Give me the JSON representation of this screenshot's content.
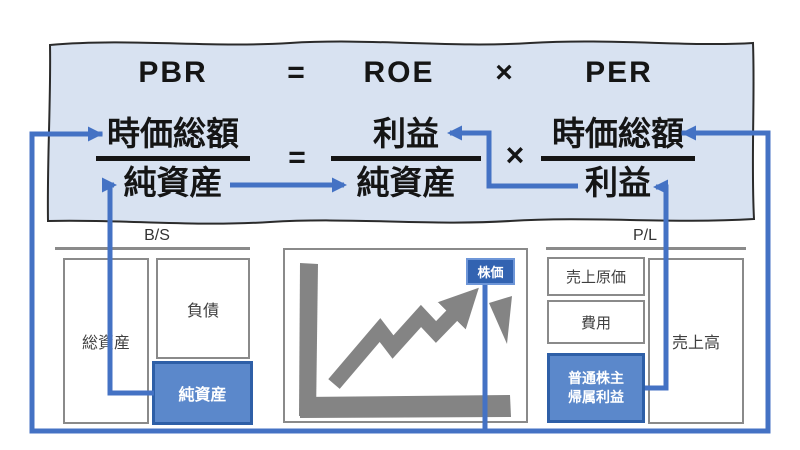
{
  "formula_top": {
    "pbr": "PBR",
    "equals": "=",
    "roe": "ROE",
    "times": "×",
    "per": "PER"
  },
  "formula_fractions": {
    "equals": "=",
    "times": "×",
    "left": {
      "numerator": "時価総額",
      "denominator": "純資産"
    },
    "middle": {
      "numerator": "利益",
      "denominator": "純資産"
    },
    "right": {
      "numerator": "時価総額",
      "denominator": "利益"
    }
  },
  "balance_sheet": {
    "title": "B/S",
    "total_assets": "総資産",
    "liabilities": "負債",
    "net_assets": "純資産"
  },
  "stock_chart": {
    "price_badge": "株価"
  },
  "profit_loss": {
    "title": "P/L",
    "cost_of_sales": "売上原価",
    "expenses": "費用",
    "profit_attributable_line1": "普通株主",
    "profit_attributable_line2": "帰属利益",
    "sales": "売上高"
  },
  "colors": {
    "accent_blue": "#4472c4",
    "banner_bg": "#d8e2f1",
    "blue_box_fill": "#5b88cb",
    "blue_box_border": "#2e5fa7",
    "badge_fill": "#3263b1",
    "chart_gray": "#848484",
    "panel_border_gray": "#8a8a8a"
  }
}
